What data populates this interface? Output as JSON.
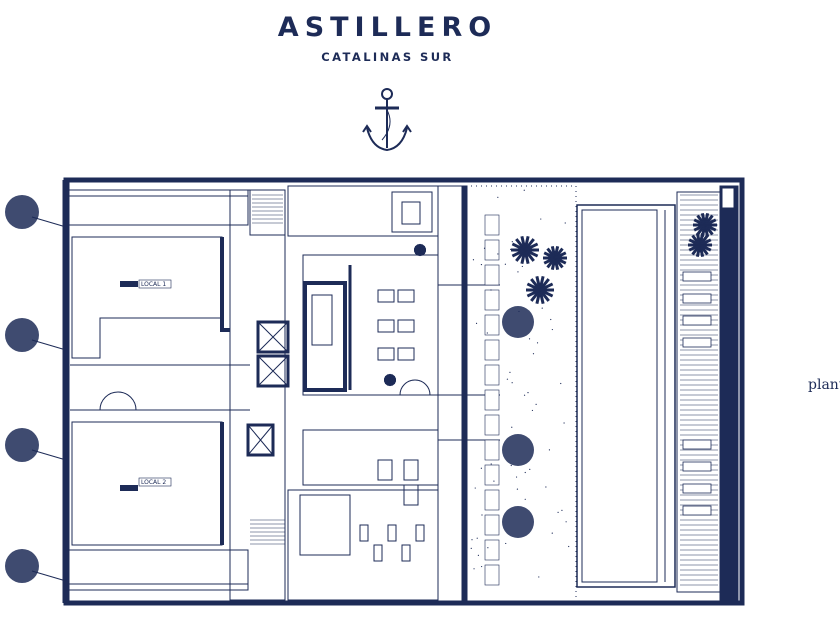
{
  "header": {
    "brand": "ASTILLERO",
    "subtitle": "CATALINAS SUR"
  },
  "plan": {
    "units": [
      {
        "label": "LOCAL 1"
      },
      {
        "label": "LOCAL 2"
      }
    ],
    "side_caption": "plant",
    "colors": {
      "ink": "#1d2b57",
      "background": "#ffffff"
    }
  }
}
